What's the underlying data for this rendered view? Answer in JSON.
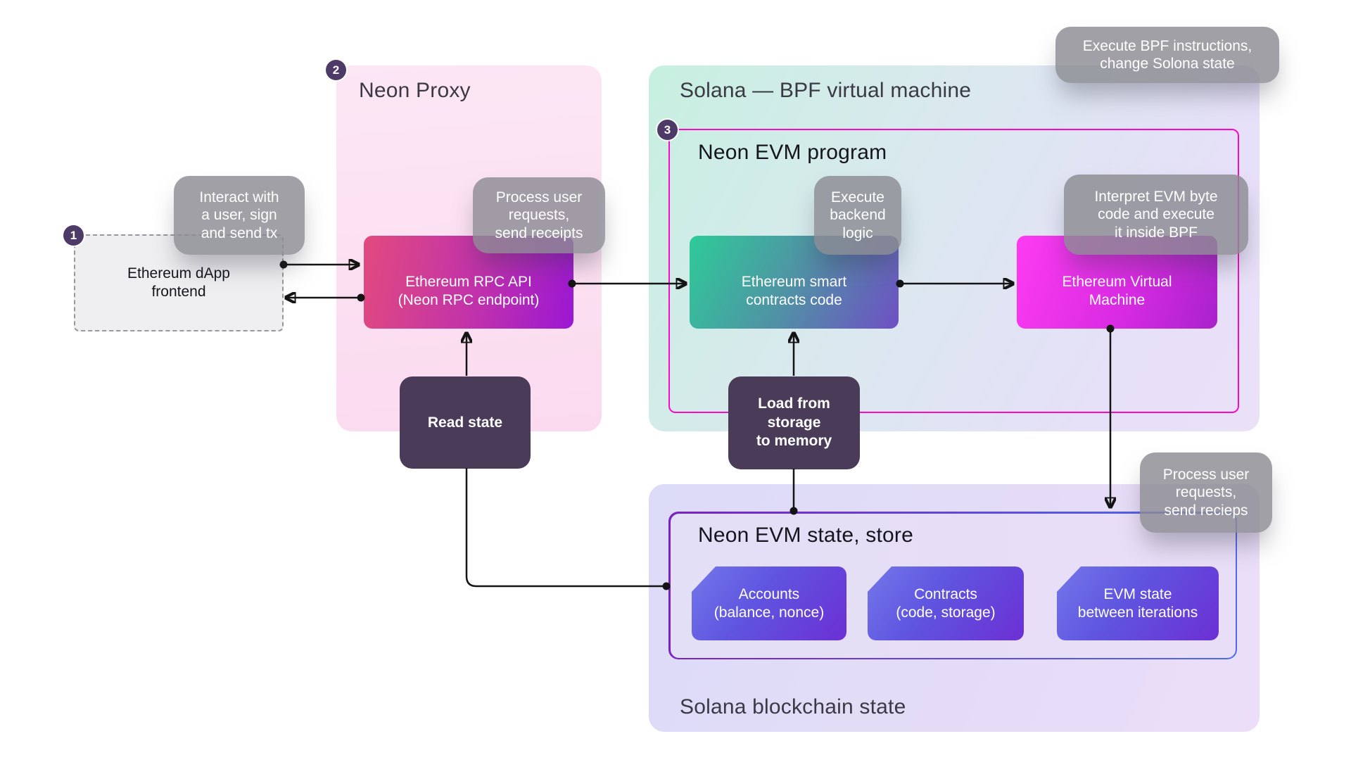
{
  "containers": {
    "neon_proxy": {
      "badge": "2",
      "title": "Neon Proxy"
    },
    "solana_vm": {
      "title": "Solana — BPF virtual machine"
    },
    "neon_evm_program": {
      "badge": "3",
      "title": "Neon EVM program"
    },
    "neon_evm_state": {
      "title": "Neon EVM state, store"
    },
    "solana_state": {
      "title": "Solana blockchain state"
    }
  },
  "nodes": {
    "dapp_frontend": {
      "badge": "1",
      "text": "Ethereum dApp\nfrontend"
    },
    "rpc_api": {
      "text": "Ethereum RPC API\n(Neon RPC endpoint)"
    },
    "smart_contracts": {
      "text": "Ethereum smart\ncontracts code"
    },
    "evm": {
      "text": "Ethereum Virtual\nMachine"
    },
    "read_state": {
      "text": "Read state"
    },
    "load_storage": {
      "text": "Load from\nstorage\nto memory"
    },
    "accounts": {
      "text": "Accounts\n(balance, nonce)"
    },
    "contracts": {
      "text": "Contracts\n(code, storage)"
    },
    "evm_state": {
      "text": "EVM state\nbetween iterations"
    }
  },
  "tooltips": {
    "interact": {
      "text": "Interact with\na user, sign\nand send tx"
    },
    "process_receipts": {
      "text": "Process user\nrequests,\nsend receipts"
    },
    "execute_backend": {
      "text": "Execute\nbackend\nlogic"
    },
    "interpret_evm": {
      "text": "Interpret EVM byte\ncode and execute\nit inside BPF"
    },
    "execute_bpf": {
      "text": "Execute BPF instructions,\nchange Solona state"
    },
    "process_recieps": {
      "text": "Process user\nrequests,\nsend recieps"
    }
  },
  "colors": {
    "program_border": "#FA0AC8",
    "connector": "#141414",
    "tooltip_bg": "#8B8B93",
    "badge_bg": "#4E3A66",
    "dark_node": "#4A3C59",
    "proxy_bg": "#FBDAEF",
    "solana_vm_gradient": [
      "#C7F0E0",
      "#EAE1F8"
    ],
    "solana_state_bg": "#E4DCF7",
    "rpc_gradient": [
      "#E24A7E",
      "#9B17D3"
    ],
    "contracts_gradient": [
      "#2ECB98",
      "#6E50C4"
    ],
    "evm_gradient": [
      "#FD3BF2",
      "#A822CB"
    ],
    "store_box_gradient": [
      "#7478EA",
      "#6C2FD4"
    ],
    "state_border_gradient": [
      "#7A21C4",
      "#4A6CF5"
    ]
  }
}
